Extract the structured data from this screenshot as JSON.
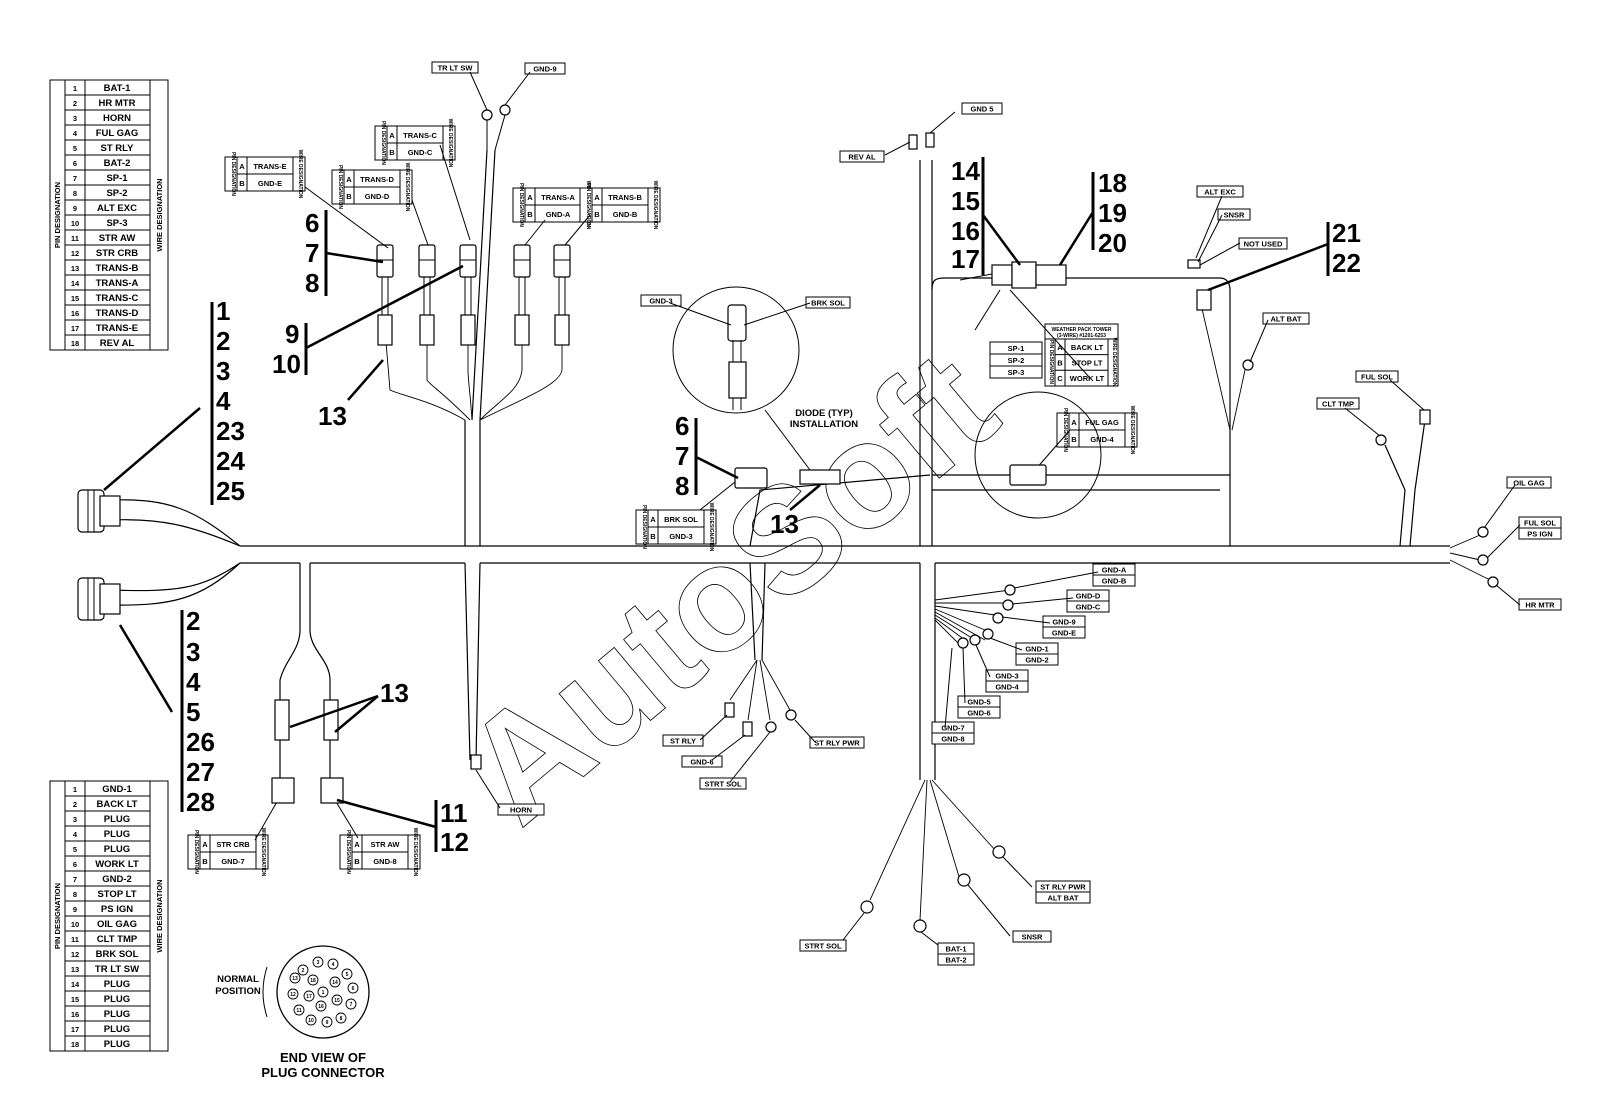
{
  "top_table": {
    "pin_header": "PIN DESIGNATION",
    "wire_header": "WIRE DESIGNATION",
    "rows": [
      {
        "pin": "1",
        "wire": "BAT-1"
      },
      {
        "pin": "2",
        "wire": "HR MTR"
      },
      {
        "pin": "3",
        "wire": "HORN"
      },
      {
        "pin": "4",
        "wire": "FUL GAG"
      },
      {
        "pin": "5",
        "wire": "ST RLY"
      },
      {
        "pin": "6",
        "wire": "BAT-2"
      },
      {
        "pin": "7",
        "wire": "SP-1"
      },
      {
        "pin": "8",
        "wire": "SP-2"
      },
      {
        "pin": "9",
        "wire": "ALT EXC"
      },
      {
        "pin": "10",
        "wire": "SP-3"
      },
      {
        "pin": "11",
        "wire": "STR AW"
      },
      {
        "pin": "12",
        "wire": "STR CRB"
      },
      {
        "pin": "13",
        "wire": "TRANS-B"
      },
      {
        "pin": "14",
        "wire": "TRANS-A"
      },
      {
        "pin": "15",
        "wire": "TRANS-C"
      },
      {
        "pin": "16",
        "wire": "TRANS-D"
      },
      {
        "pin": "17",
        "wire": "TRANS-E"
      },
      {
        "pin": "18",
        "wire": "REV AL"
      }
    ]
  },
  "bottom_table": {
    "pin_header": "PIN DESIGNATION",
    "wire_header": "WIRE DESIGNATION",
    "rows": [
      {
        "pin": "1",
        "wire": "GND-1"
      },
      {
        "pin": "2",
        "wire": "BACK LT"
      },
      {
        "pin": "3",
        "wire": "PLUG"
      },
      {
        "pin": "4",
        "wire": "PLUG"
      },
      {
        "pin": "5",
        "wire": "PLUG"
      },
      {
        "pin": "6",
        "wire": "WORK LT"
      },
      {
        "pin": "7",
        "wire": "GND-2"
      },
      {
        "pin": "8",
        "wire": "STOP LT"
      },
      {
        "pin": "9",
        "wire": "PS IGN"
      },
      {
        "pin": "10",
        "wire": "OIL GAG"
      },
      {
        "pin": "11",
        "wire": "CLT TMP"
      },
      {
        "pin": "12",
        "wire": "BRK SOL"
      },
      {
        "pin": "13",
        "wire": "TR LT SW"
      },
      {
        "pin": "14",
        "wire": "PLUG"
      },
      {
        "pin": "15",
        "wire": "PLUG"
      },
      {
        "pin": "16",
        "wire": "PLUG"
      },
      {
        "pin": "17",
        "wire": "PLUG"
      },
      {
        "pin": "18",
        "wire": "PLUG"
      }
    ]
  },
  "callouts": {
    "c1": "1",
    "c2": "2",
    "c3": "3",
    "c4": "4",
    "c23": "23",
    "c24": "24",
    "c25": "25",
    "c5": "5",
    "c26": "26",
    "c27": "27",
    "c28": "28",
    "c6": "6",
    "c7": "7",
    "c8": "8",
    "c9": "9",
    "c10": "10",
    "c11": "11",
    "c12": "12",
    "c13": "13",
    "c14": "14",
    "c15": "15",
    "c16": "16",
    "c17": "17",
    "c18": "18",
    "c19": "19",
    "c20": "20",
    "c21": "21",
    "c22": "22"
  },
  "labels": {
    "tr_lt_sw": "TR LT SW",
    "gnd_9": "GND-9",
    "gnd_5": "GND 5",
    "rev_al": "REV AL",
    "alt_exc": "ALT EXC",
    "snsr": "SNSR",
    "not_used": "NOT USED",
    "alt_bat": "ALT BAT",
    "ful_sol": "FUL SOL",
    "clt_tmp": "CLT TMP",
    "oil_gag": "OIL GAG",
    "ful_sol2": "FUL SOL",
    "ps_ign": "PS IGN",
    "hr_mtr": "HR MTR",
    "gnd_3": "GND-3",
    "brk_sol": "BRK SOL",
    "diode_1": "DIODE (TYP)",
    "diode_2": "INSTALLATION",
    "horn": "HORN",
    "st_rly": "ST RLY",
    "gnd_6": "GND-6",
    "strt_sol": "STRT SOL",
    "st_rly_pwr": "ST RLY PWR",
    "strt_sol2": "STRT SOL",
    "bat_1": "BAT-1",
    "bat_2": "BAT-2",
    "snsr2": "SNSR",
    "st_rly_pwr2": "ST RLY PWR",
    "alt_bat2": "ALT BAT",
    "gnd_a": "GND-A",
    "gnd_b": "GND-B",
    "gnd_d": "GND-D",
    "gnd_c": "GND-C",
    "gnd_9b": "GND-9",
    "gnd_e": "GND-E",
    "gnd_1": "GND-1",
    "gnd_2": "GND-2",
    "gnd_3b": "GND-3",
    "gnd_4": "GND-4",
    "gnd_5b": "GND-5",
    "gnd_6b": "GND-6",
    "gnd_7": "GND-7",
    "gnd_8": "GND-8",
    "sp_1": "SP-1",
    "sp_2": "SP-2",
    "sp_3": "SP-3",
    "weather_pack_1": "WEATHER PACK TOWER",
    "weather_pack_2": "(3-WIRE) #1201-6253",
    "back_lt": "BACK LT",
    "stop_lt": "STOP LT",
    "work_lt": "WORK LT",
    "end_view_1": "END VIEW OF",
    "end_view_2": "PLUG CONNECTOR",
    "normal_1": "NORMAL",
    "normal_2": "POSITION",
    "pin_desig": "PIN DESIGNATION",
    "wire_desig": "WIRE DESIGNATION",
    "pin_a": "A",
    "pin_b": "B",
    "pin_c": "C"
  },
  "connector_boxes": {
    "trans_e": [
      "TRANS-E",
      "GND-E"
    ],
    "trans_d": [
      "TRANS-D",
      "GND-D"
    ],
    "trans_c": [
      "TRANS-C",
      "GND-C"
    ],
    "trans_a": [
      "TRANS-A",
      "GND-A"
    ],
    "trans_b": [
      "TRANS-B",
      "GND-B"
    ],
    "brk_sol": [
      "BRK SOL",
      "GND-3"
    ],
    "ful_gag": [
      "FUL GAG",
      "GND-4"
    ],
    "str_crb": [
      "STR CRB",
      "GND-7"
    ],
    "str_aw": [
      "STR AW",
      "GND-8"
    ]
  },
  "plug_pins": [
    "1",
    "2",
    "3",
    "4",
    "5",
    "6",
    "7",
    "8",
    "9",
    "10",
    "11",
    "12",
    "13",
    "14",
    "15",
    "16",
    "17",
    "18"
  ],
  "watermark": "AutoSoft"
}
